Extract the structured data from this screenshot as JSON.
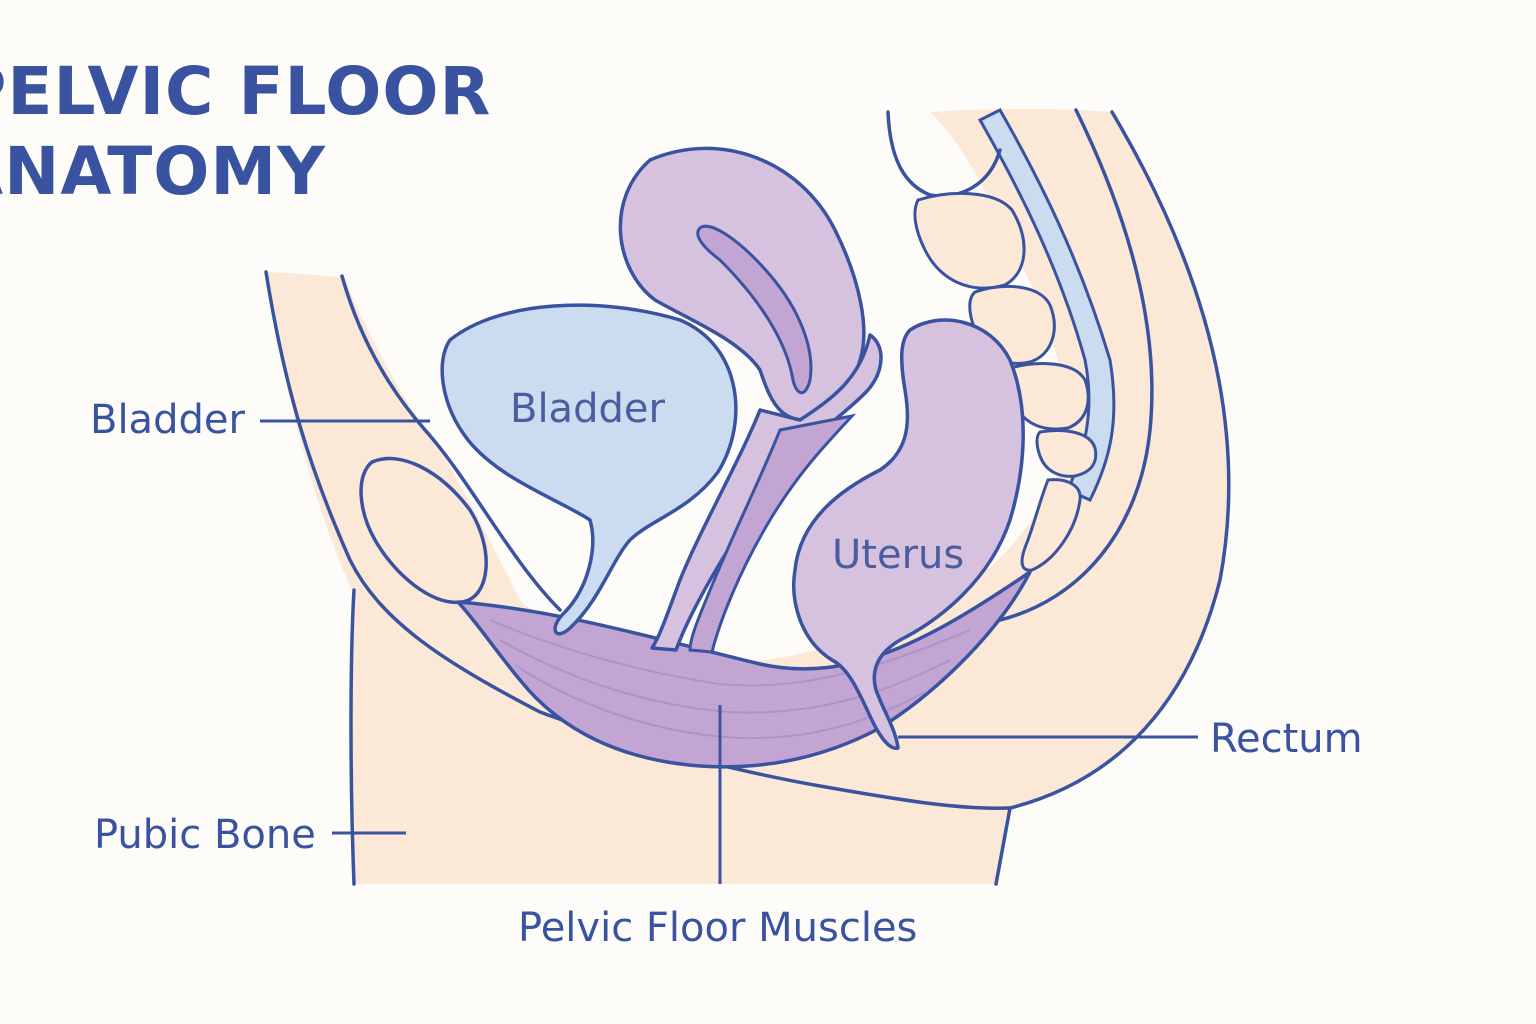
{
  "title": {
    "line1": "PELVIC FLOOR",
    "line2": "ANATOMY"
  },
  "labels": {
    "bladder_side": "Bladder",
    "bladder_inside": "Bladder",
    "uterus": "Uterus",
    "rectum": "Rectum",
    "pubic_bone": "Pubic Bone",
    "pelvic_floor_muscles": "Pelvic Floor Muscles"
  },
  "colors": {
    "outline": "#3a53a0",
    "skin": "#fbe8d7",
    "bladder": "#cbdcf0",
    "organ_purple": "#d6c1de",
    "muscle": "#c2a5d3",
    "spine_canal": "#cbdcf0",
    "background": "#fdfcf9"
  }
}
